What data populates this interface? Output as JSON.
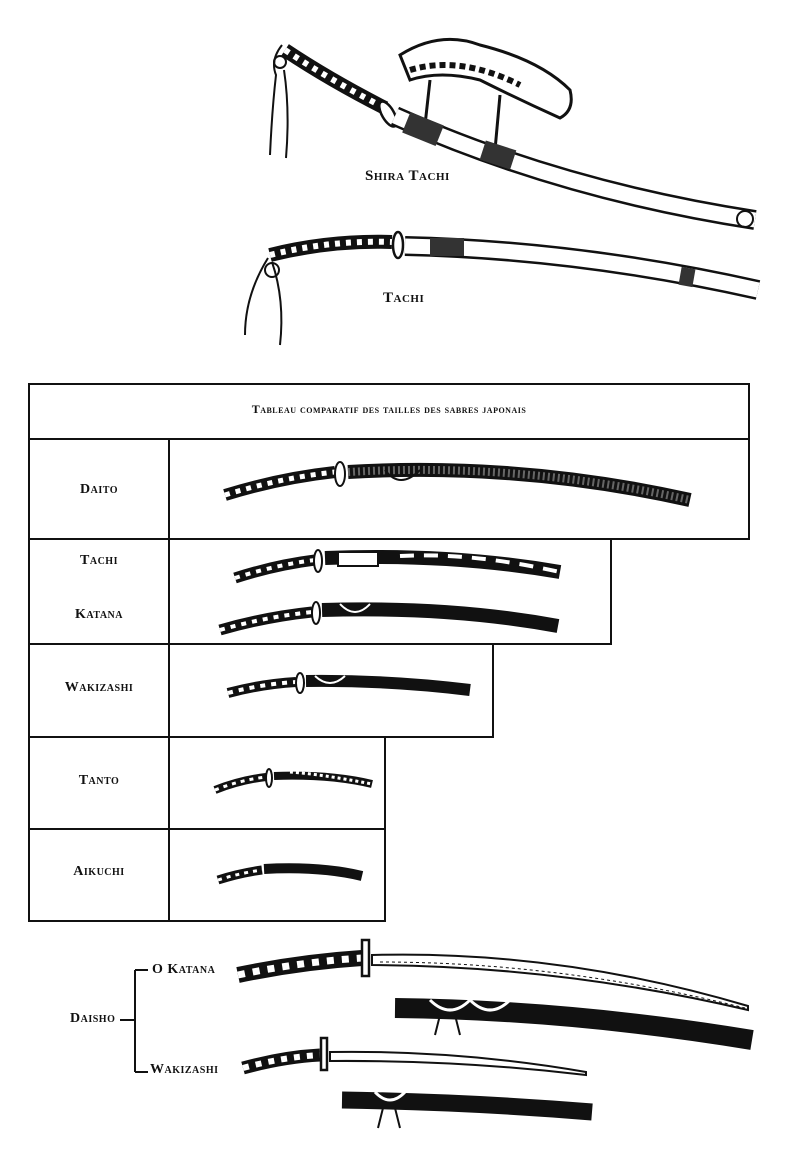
{
  "figure": {
    "top_swords": [
      {
        "label": "Shira Tachi"
      },
      {
        "label": "Tachi"
      }
    ],
    "table": {
      "title": "Tableau comparatif des tailles des sabres japonais",
      "rows": [
        {
          "label": "Daito"
        },
        {
          "label": "Tachi"
        },
        {
          "label": "Katana"
        },
        {
          "label": "Wakizashi"
        },
        {
          "label": "Tanto"
        },
        {
          "label": "Aikuchi"
        }
      ]
    },
    "daisho": {
      "label": "Daisho",
      "items": [
        {
          "label": "O Katana"
        },
        {
          "label": "Wakizashi"
        }
      ]
    }
  },
  "colors": {
    "ink": "#111111",
    "paper": "#ffffff"
  }
}
